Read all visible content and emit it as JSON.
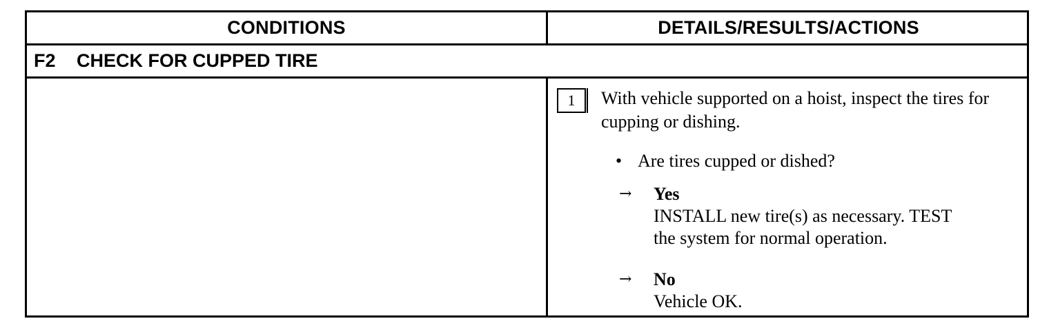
{
  "header": {
    "conditions": "CONDITIONS",
    "details": "DETAILS/RESULTS/ACTIONS"
  },
  "section": {
    "code": "F2",
    "title": "CHECK FOR CUPPED TIRE"
  },
  "step": {
    "number": "1",
    "text": "With vehicle supported on a hoist, inspect the tires for cupping or dishing.",
    "question": "Are tires cupped or dished?",
    "bullet_symbol": "•",
    "arrow_symbol": "→",
    "answers": [
      {
        "label": "Yes",
        "line1": "INSTALL new tire(s) as necessary. TEST",
        "line2": "the system for normal operation."
      },
      {
        "label": "No",
        "line1": "Vehicle OK."
      }
    ]
  }
}
